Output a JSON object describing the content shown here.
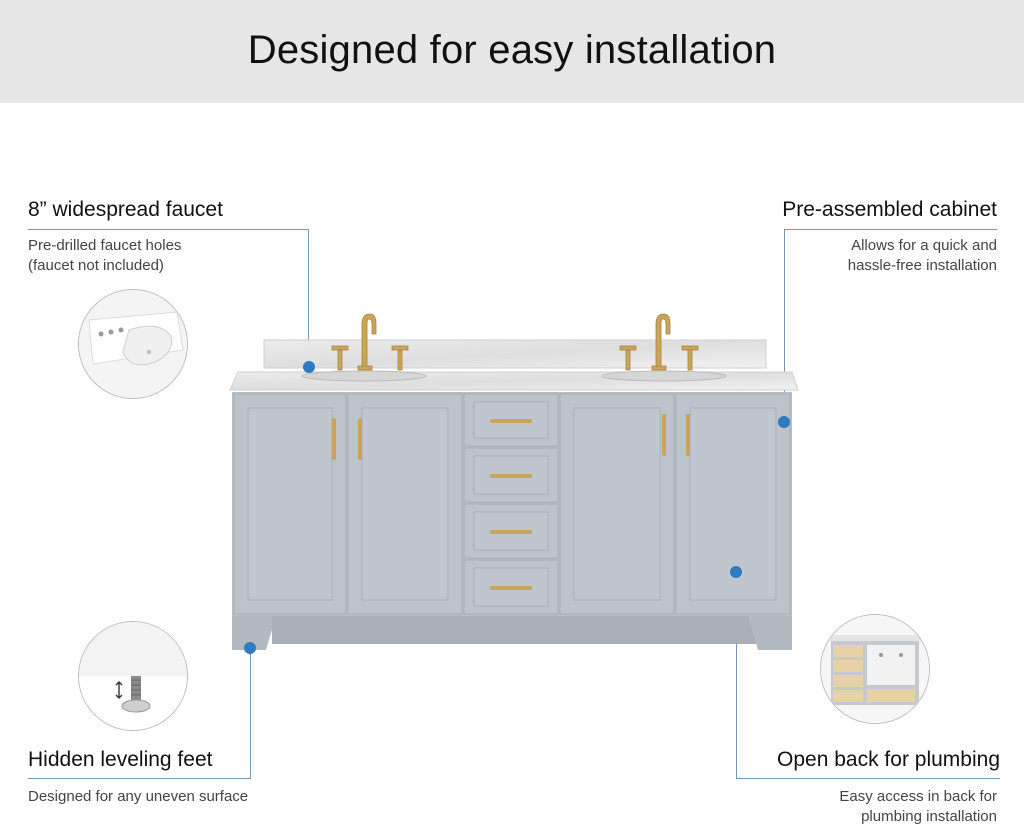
{
  "header": {
    "title": "Designed for easy installation"
  },
  "features": {
    "faucet": {
      "title": "8” widespread faucet",
      "desc1": "Pre-drilled faucet holes",
      "desc2": "(faucet not included)"
    },
    "cabinet": {
      "title": "Pre-assembled cabinet",
      "desc1": "Allows for  a quick and",
      "desc2": "hassle-free installation"
    },
    "feet": {
      "title": "Hidden leveling feet",
      "desc1": "Designed for any uneven surface"
    },
    "back": {
      "title": "Open back for plumbing",
      "desc1": "Easy access in back for",
      "desc2": "plumbing installation"
    }
  },
  "colors": {
    "accent_dot": "#2f7ac2",
    "leader_line": "#7a98b3",
    "cabinet": "#b7bec6",
    "hardware": "#c9a45a",
    "banner": "#e6e6e6"
  }
}
